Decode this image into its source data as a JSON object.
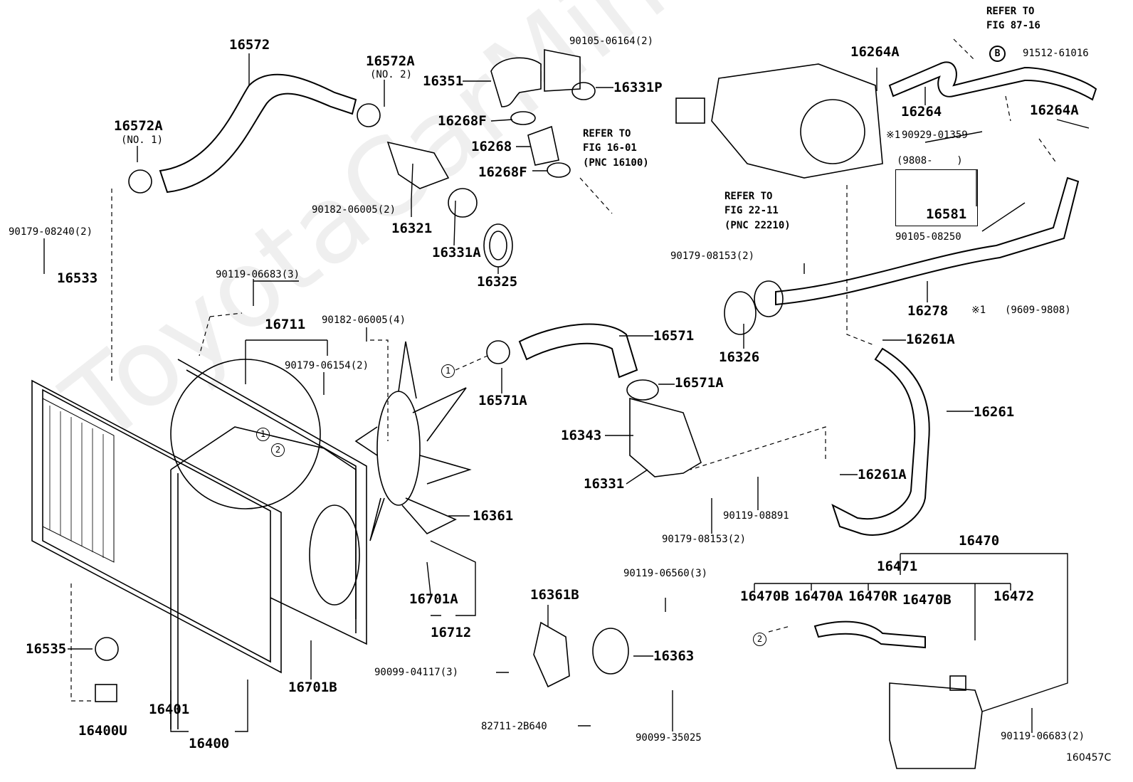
{
  "watermark": "ToyotaCarMiner",
  "figure_code": "160457C",
  "labels": {
    "p16572": "16572",
    "p16572A_2": "16572A",
    "no2": "(NO. 2)",
    "p16572A_1": "16572A",
    "no1": "(NO. 1)",
    "p16351": "16351",
    "p16331P": "16331P",
    "p16268F_a": "16268F",
    "p16268": "16268",
    "p16268F_b": "16268F",
    "p16321": "16321",
    "p16331A": "16331A",
    "p16325": "16325",
    "p16533": "16533",
    "p16711": "16711",
    "p16571": "16571",
    "p16571A_a": "16571A",
    "p16571A_b": "16571A",
    "p16343": "16343",
    "p16331": "16331",
    "p16361": "16361",
    "p16701A": "16701A",
    "p16712": "16712",
    "p16361B": "16361B",
    "p16363": "16363",
    "p16535": "16535",
    "p16401": "16401",
    "p16400": "16400",
    "p16400U": "16400U",
    "p16701B": "16701B",
    "p16264A_a": "16264A",
    "p16264": "16264",
    "p16264A_b": "16264A",
    "p16581": "16581",
    "p16278": "16278",
    "p16326": "16326",
    "p16261A_a": "16261A",
    "p16261": "16261",
    "p16261A_b": "16261A",
    "p16470": "16470",
    "p16471": "16471",
    "p16470B_a": "16470B",
    "p16470A": "16470A",
    "p16470R": "16470R",
    "p16470B_b": "16470B",
    "p16472": "16472"
  },
  "fasteners": {
    "f1": "90105-06164(2)",
    "f2": "90182-06005(2)",
    "f3": "90179-08240(2)",
    "f4": "90119-06683(3)",
    "f5": "90182-06005(4)",
    "f6": "90179-06154(2)",
    "f7": "91512-61016",
    "f8": "90929-01359",
    "f9": "90105-08250",
    "f10": "90179-08153(2)",
    "f11": "90119-08891",
    "f12": "90179-08153(2)",
    "f13": "90119-06560(3)",
    "f14": "90099-04117(3)",
    "f15": "82711-2B640",
    "f16": "90099-35025",
    "f17": "90119-06683(2)"
  },
  "references": {
    "r1": "REFER TO\nFIG 16-01\n(PNC 16100)",
    "r2": "REFER TO\nFIG 22-11\n(PNC 22210)",
    "r3": "REFER TO\nFIG 87-16"
  },
  "notes": {
    "mark1": "※1",
    "mark1b": "※1",
    "range_new": "(9808-    )",
    "range_old": "(9609-9808)",
    "b_mark": "B",
    "c1a": "1",
    "c1b": "1",
    "c2a": "2",
    "c2b": "2"
  }
}
